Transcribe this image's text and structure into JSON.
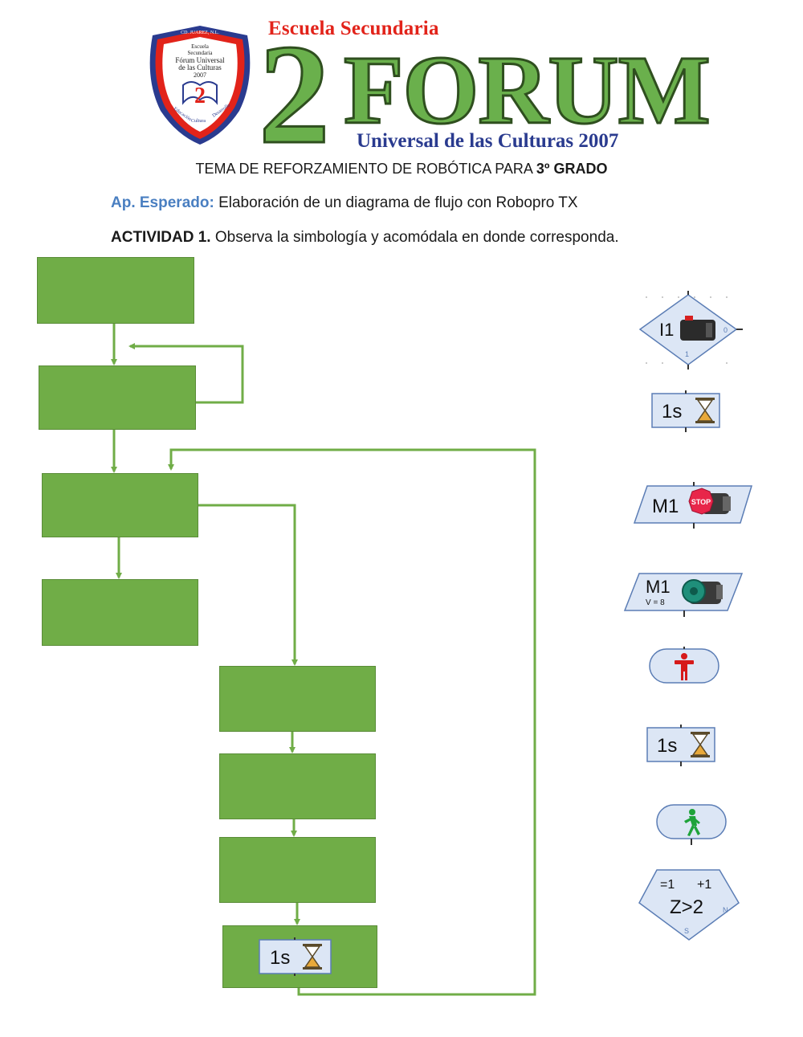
{
  "header": {
    "crest": {
      "ring_top": "CD. JUAREZ, N.L.",
      "lines": [
        "Escuela",
        "Secundaria",
        "Fórum Universal",
        "de las Culturas",
        "2007"
      ],
      "numeral": "2",
      "ring_bottom": [
        "Educación",
        "Cultura",
        "Desarrollo"
      ]
    },
    "school_top": "Escuela Secundaria",
    "big_numeral": "2",
    "big_word": "FORUM",
    "school_bottom": "Universal de las Culturas 2007"
  },
  "topic": {
    "text": "TEMA DE REFORZAMIENTO DE ROBÓTICA PARA ",
    "bold": "3º GRADO"
  },
  "expected": {
    "label": "Ap. Esperado:",
    "text": " Elaboración de un diagrama de flujo con Robopro TX"
  },
  "activity": {
    "label": "ACTIVIDAD 1.",
    "text": " Observa la simbología y acomódala en donde corresponda."
  },
  "flowchart": {
    "filled_box": {
      "time": "1s",
      "icon": "hourglass-icon"
    },
    "box_color": "#70ad47",
    "line_color": "#70ad47"
  },
  "symbols": [
    {
      "name": "input-branch",
      "label": "I1",
      "out_yes": "0",
      "out_no": "1",
      "icon": "button-sensor-icon"
    },
    {
      "name": "wait",
      "label": "1s",
      "icon": "hourglass-icon"
    },
    {
      "name": "motor-stop",
      "label": "M1",
      "badge": "STOP",
      "icon": "motor-icon"
    },
    {
      "name": "motor-run",
      "label": "M1",
      "sublabel": "V = 8",
      "icon": "motor-icon"
    },
    {
      "name": "stop-program",
      "icon": "red-stickman-icon"
    },
    {
      "name": "wait",
      "label": "1s",
      "icon": "hourglass-icon"
    },
    {
      "name": "start-program",
      "icon": "green-walking-man-icon"
    },
    {
      "name": "counter-loop",
      "label_left": "=1",
      "label_right": "+1",
      "condition": "Z>2",
      "out_no": "N",
      "out_yes": "S"
    }
  ]
}
